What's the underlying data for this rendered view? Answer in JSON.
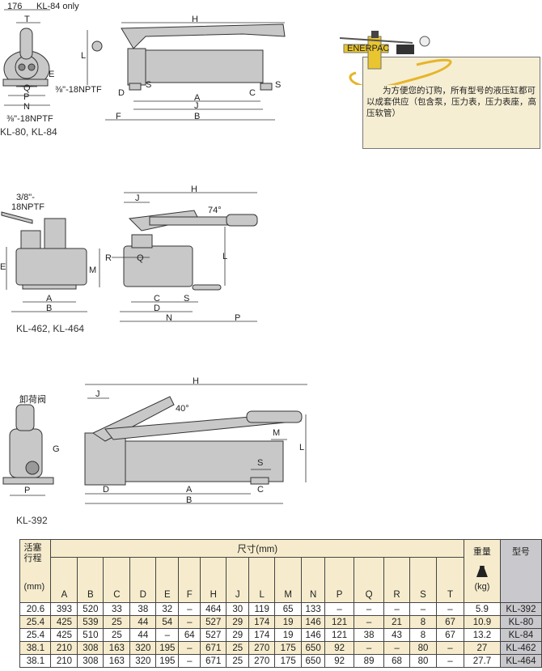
{
  "drawing1": {
    "labels": {
      "w176": "176",
      "kl84only": "KL-84 only",
      "T": "T",
      "Q": "Q",
      "P": "P",
      "N": "N",
      "E": "E",
      "port1": "⅜\"-18NPTF",
      "port2": "⅜\"-18NPTF",
      "H": "H",
      "L": "L",
      "S1": "S",
      "S2": "S",
      "D": "D",
      "C": "C",
      "A": "A",
      "J": "J",
      "F": "F",
      "B": "B"
    },
    "caption": "KL-80, KL-84"
  },
  "drawing2": {
    "labels": {
      "port": "3/8\"-",
      "port2": "18NPTF",
      "E": "E",
      "M": "M",
      "A": "A",
      "B": "B",
      "H": "H",
      "J": "J",
      "angle": "74°",
      "R": "R",
      "Q": "Q",
      "L": "L",
      "C": "C",
      "S": "S",
      "D": "D",
      "N": "N",
      "P": "P"
    },
    "caption": "KL-462, KL-464"
  },
  "drawing3": {
    "labels": {
      "valve": "卸荷阀",
      "G": "G",
      "P": "P",
      "H": "H",
      "J": "J",
      "angle": "40°",
      "M": "M",
      "L": "L",
      "S": "S",
      "C": "C",
      "D": "D",
      "A": "A",
      "B": "B"
    },
    "caption": "KL-392"
  },
  "note": {
    "text": "为方便您的订购，所有型号的液压缸都可以成套供应（包含泵，压力表，压力表座，高压软管）",
    "photo_brand": "ENERPAC"
  },
  "table": {
    "stroke_header": "活塞\n行程",
    "stroke_unit": "(mm)",
    "dims_header": "尺寸(mm)",
    "weight_header": "重量",
    "weight_unit": "(kg)",
    "model_header": "型号",
    "columns": [
      "A",
      "B",
      "C",
      "D",
      "E",
      "F",
      "H",
      "J",
      "L",
      "M",
      "N",
      "P",
      "Q",
      "R",
      "S",
      "T"
    ],
    "rows": [
      {
        "stroke": "20.6",
        "values": [
          "393",
          "520",
          "33",
          "38",
          "32",
          "–",
          "464",
          "30",
          "119",
          "65",
          "133",
          "–",
          "–",
          "–",
          "–",
          "–"
        ],
        "weight": "5.9",
        "model": "KL-392"
      },
      {
        "stroke": "25.4",
        "values": [
          "425",
          "539",
          "25",
          "44",
          "54",
          "–",
          "527",
          "29",
          "174",
          "19",
          "146",
          "121",
          "–",
          "21",
          "8",
          "67"
        ],
        "weight": "10.9",
        "model": "KL-80"
      },
      {
        "stroke": "25.4",
        "values": [
          "425",
          "510",
          "25",
          "44",
          "–",
          "64",
          "527",
          "29",
          "174",
          "19",
          "146",
          "121",
          "38",
          "43",
          "8",
          "67"
        ],
        "weight": "13.2",
        "model": "KL-84"
      },
      {
        "stroke": "38.1",
        "values": [
          "210",
          "308",
          "163",
          "320",
          "195",
          "–",
          "671",
          "25",
          "270",
          "175",
          "650",
          "92",
          "–",
          "–",
          "80",
          "–"
        ],
        "weight": "27",
        "model": "KL-462"
      },
      {
        "stroke": "38.1",
        "values": [
          "210",
          "308",
          "163",
          "320",
          "195",
          "–",
          "671",
          "25",
          "270",
          "175",
          "650",
          "92",
          "89",
          "68",
          "80",
          "–"
        ],
        "weight": "27.7",
        "model": "KL-464"
      }
    ]
  }
}
